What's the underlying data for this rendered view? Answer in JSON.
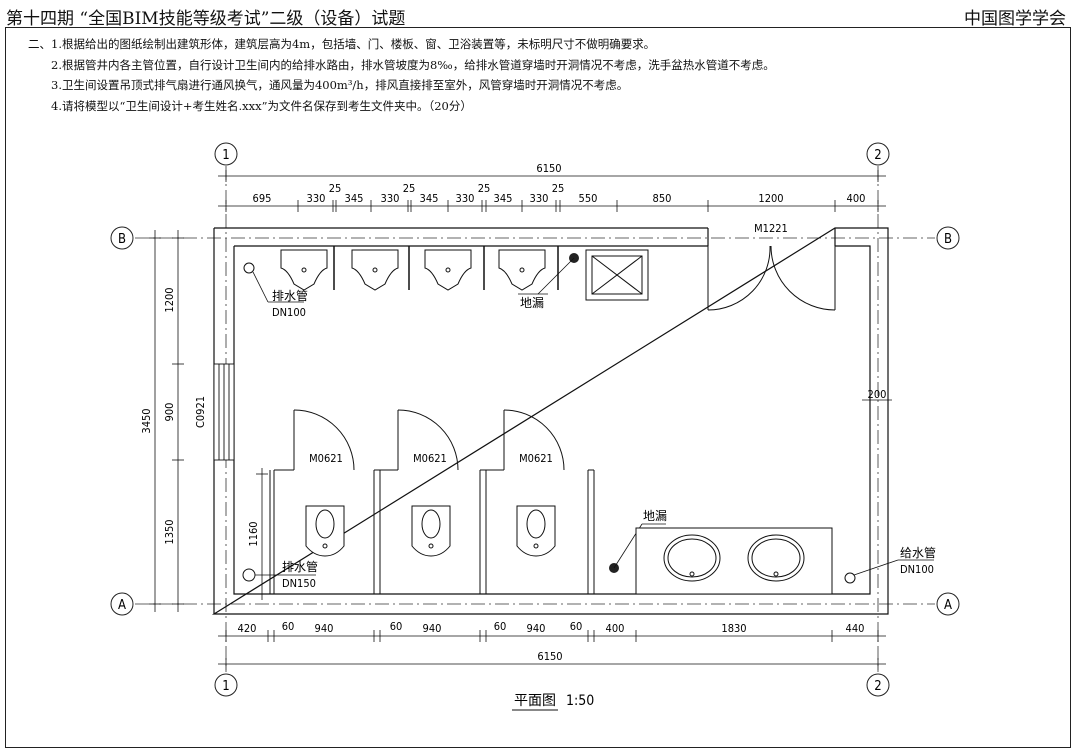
{
  "header": {
    "title": "第十四期 “全国BIM技能等级考试”二级（设备）试题",
    "org": "中国图学学会"
  },
  "notes": [
    "二、1.根据给出的图纸绘制出建筑形体，建筑层高为4m，包括墙、门、楼板、窗、卫浴装置等，未标明尺寸不做明确要求。",
    "2.根据管井内各主管位置，自行设计卫生间内的给排水路由，排水管坡度为8‰，给排水管道穿墙时开洞情况不考虑，洗手盆热水管道不考虑。",
    "3.卫生间设置吊顶式排气扇进行通风换气，通风量为400m³/h，排风直接排至室外，风管穿墙时开洞情况不考虑。",
    "4.请将模型以“卫生间设计+考生姓名.xxx”为文件名保存到考生文件夹中。（20分）"
  ],
  "plan": {
    "axes": {
      "col1": "1",
      "col2": "2",
      "rowB": "B",
      "rowA": "A"
    },
    "top_total": "6150",
    "top_dims": [
      "695",
      "330",
      "25",
      "345",
      "330",
      "25",
      "345",
      "330",
      "25",
      "345",
      "330",
      "25",
      "550",
      "850",
      "1200",
      "400"
    ],
    "bottom_dims": [
      "420",
      "60",
      "940",
      "60",
      "940",
      "60",
      "940",
      "60",
      "400",
      "1830",
      "440"
    ],
    "bottom_total": "6150",
    "left_total": "3450",
    "left_dims": [
      "1200",
      "900",
      "1350"
    ],
    "inner_dim_1160": "1160",
    "right_dim_200": "200",
    "window_label": "C0921",
    "door_main_label": "M1221",
    "stall_doors": [
      "M0621",
      "M0621",
      "M0621"
    ],
    "drain_top_label": "排水管",
    "drain_top_size": "DN100",
    "drain_bottom_label": "排水管",
    "drain_bottom_size": "DN150",
    "supply_label": "给水管",
    "supply_size": "DN100",
    "floor_drain_1": "地漏",
    "floor_drain_2": "地漏",
    "title": "平面图",
    "scale": "1:50"
  }
}
